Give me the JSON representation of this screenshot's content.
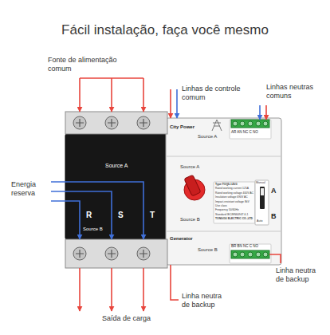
{
  "diagram": {
    "title": "Fácil instalação, faça você mesmo",
    "nodes": [
      {
        "text": [
          "Source A",
          "R",
          "S",
          "T",
          "Source B"
        ]
      },
      {
        "text": [
          "City Power",
          "Source A",
          "Source A",
          "A",
          "Source B",
          "B",
          "Generator",
          "Source B"
        ]
      },
      {
        "text": [
          "AR AN NC C NO"
        ],
        "in": 1
      },
      {
        "text": [
          "Type:TOQ5-125/3",
          "Rated working current 125A",
          "Rated working voltage 400V AC",
          "Insulation voltage 690V AC",
          "Impact-resistant voltage 8kV",
          "Use class",
          "Frequency 50/60Hz",
          "Standard IEC/EN60947-6-1",
          "TONGOU ELECTRIC CO.,LTD"
        ],
        "in": 1
      },
      {
        "text": [
          "Manual",
          "Auto"
        ],
        "in": 1
      },
      {
        "text": [
          "BR BN NC C NO"
        ],
        "in": 1
      }
    ],
    "labels": [
      "Fonte de alimentação comum",
      "Linhas de controle comum",
      "Linhas neutras comuns",
      "Energia reserva",
      "Linha neutra de backup",
      "Linha neutra de backup",
      "Saída de carga"
    ]
  }
}
